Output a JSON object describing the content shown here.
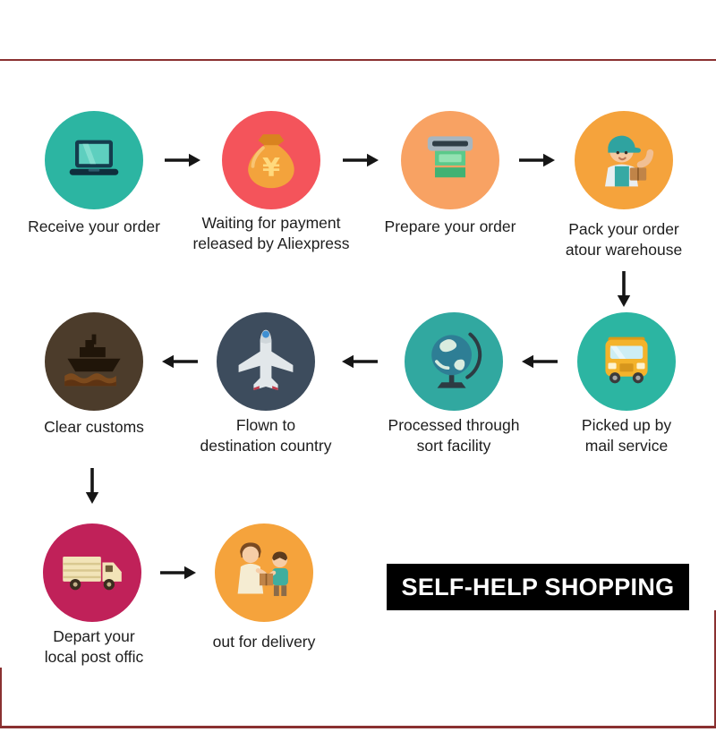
{
  "frame": {
    "line_color": "#8a3131"
  },
  "banner": {
    "text": "SELF-HELP SHOPPING",
    "bg": "#000000",
    "color": "#ffffff"
  },
  "steps": [
    {
      "id": "receive-order",
      "label": "Receive your order",
      "icon": "laptop-icon",
      "color": "#2cb5a2"
    },
    {
      "id": "waiting-payment",
      "label": "Waiting for payment\nreleased by Aliexpress",
      "icon": "money-bag-icon",
      "color": "#f4545b"
    },
    {
      "id": "prepare-order",
      "label": "Prepare your order",
      "icon": "cash-dispenser-icon",
      "color": "#f8a263"
    },
    {
      "id": "pack-order",
      "label": "Pack your order\natour warehouse",
      "icon": "warehouse-worker-icon",
      "color": "#f5a33c"
    },
    {
      "id": "picked-up",
      "label": "Picked up by\nmail service",
      "icon": "school-bus-icon",
      "color": "#2cb5a2"
    },
    {
      "id": "sort-facility",
      "label": "Processed through\nsort facility",
      "icon": "globe-icon",
      "color": "#31a8a0"
    },
    {
      "id": "flown-destination",
      "label": "Flown to\ndestination country",
      "icon": "airplane-icon",
      "color": "#3d4c5d"
    },
    {
      "id": "clear-customs",
      "label": "Clear customs",
      "icon": "cargo-ship-icon",
      "color": "#4c3c2b"
    },
    {
      "id": "depart-post-office",
      "label": "Depart your\nlocal post offic",
      "icon": "delivery-truck-icon",
      "color": "#c02159"
    },
    {
      "id": "out-for-delivery",
      "label": "out for delivery",
      "icon": "package-handover-icon",
      "color": "#f5a33c"
    }
  ],
  "icons": {
    "yen_symbol": "¥",
    "arrow-right": "→",
    "arrow-left": "←",
    "arrow-down": "↓"
  }
}
